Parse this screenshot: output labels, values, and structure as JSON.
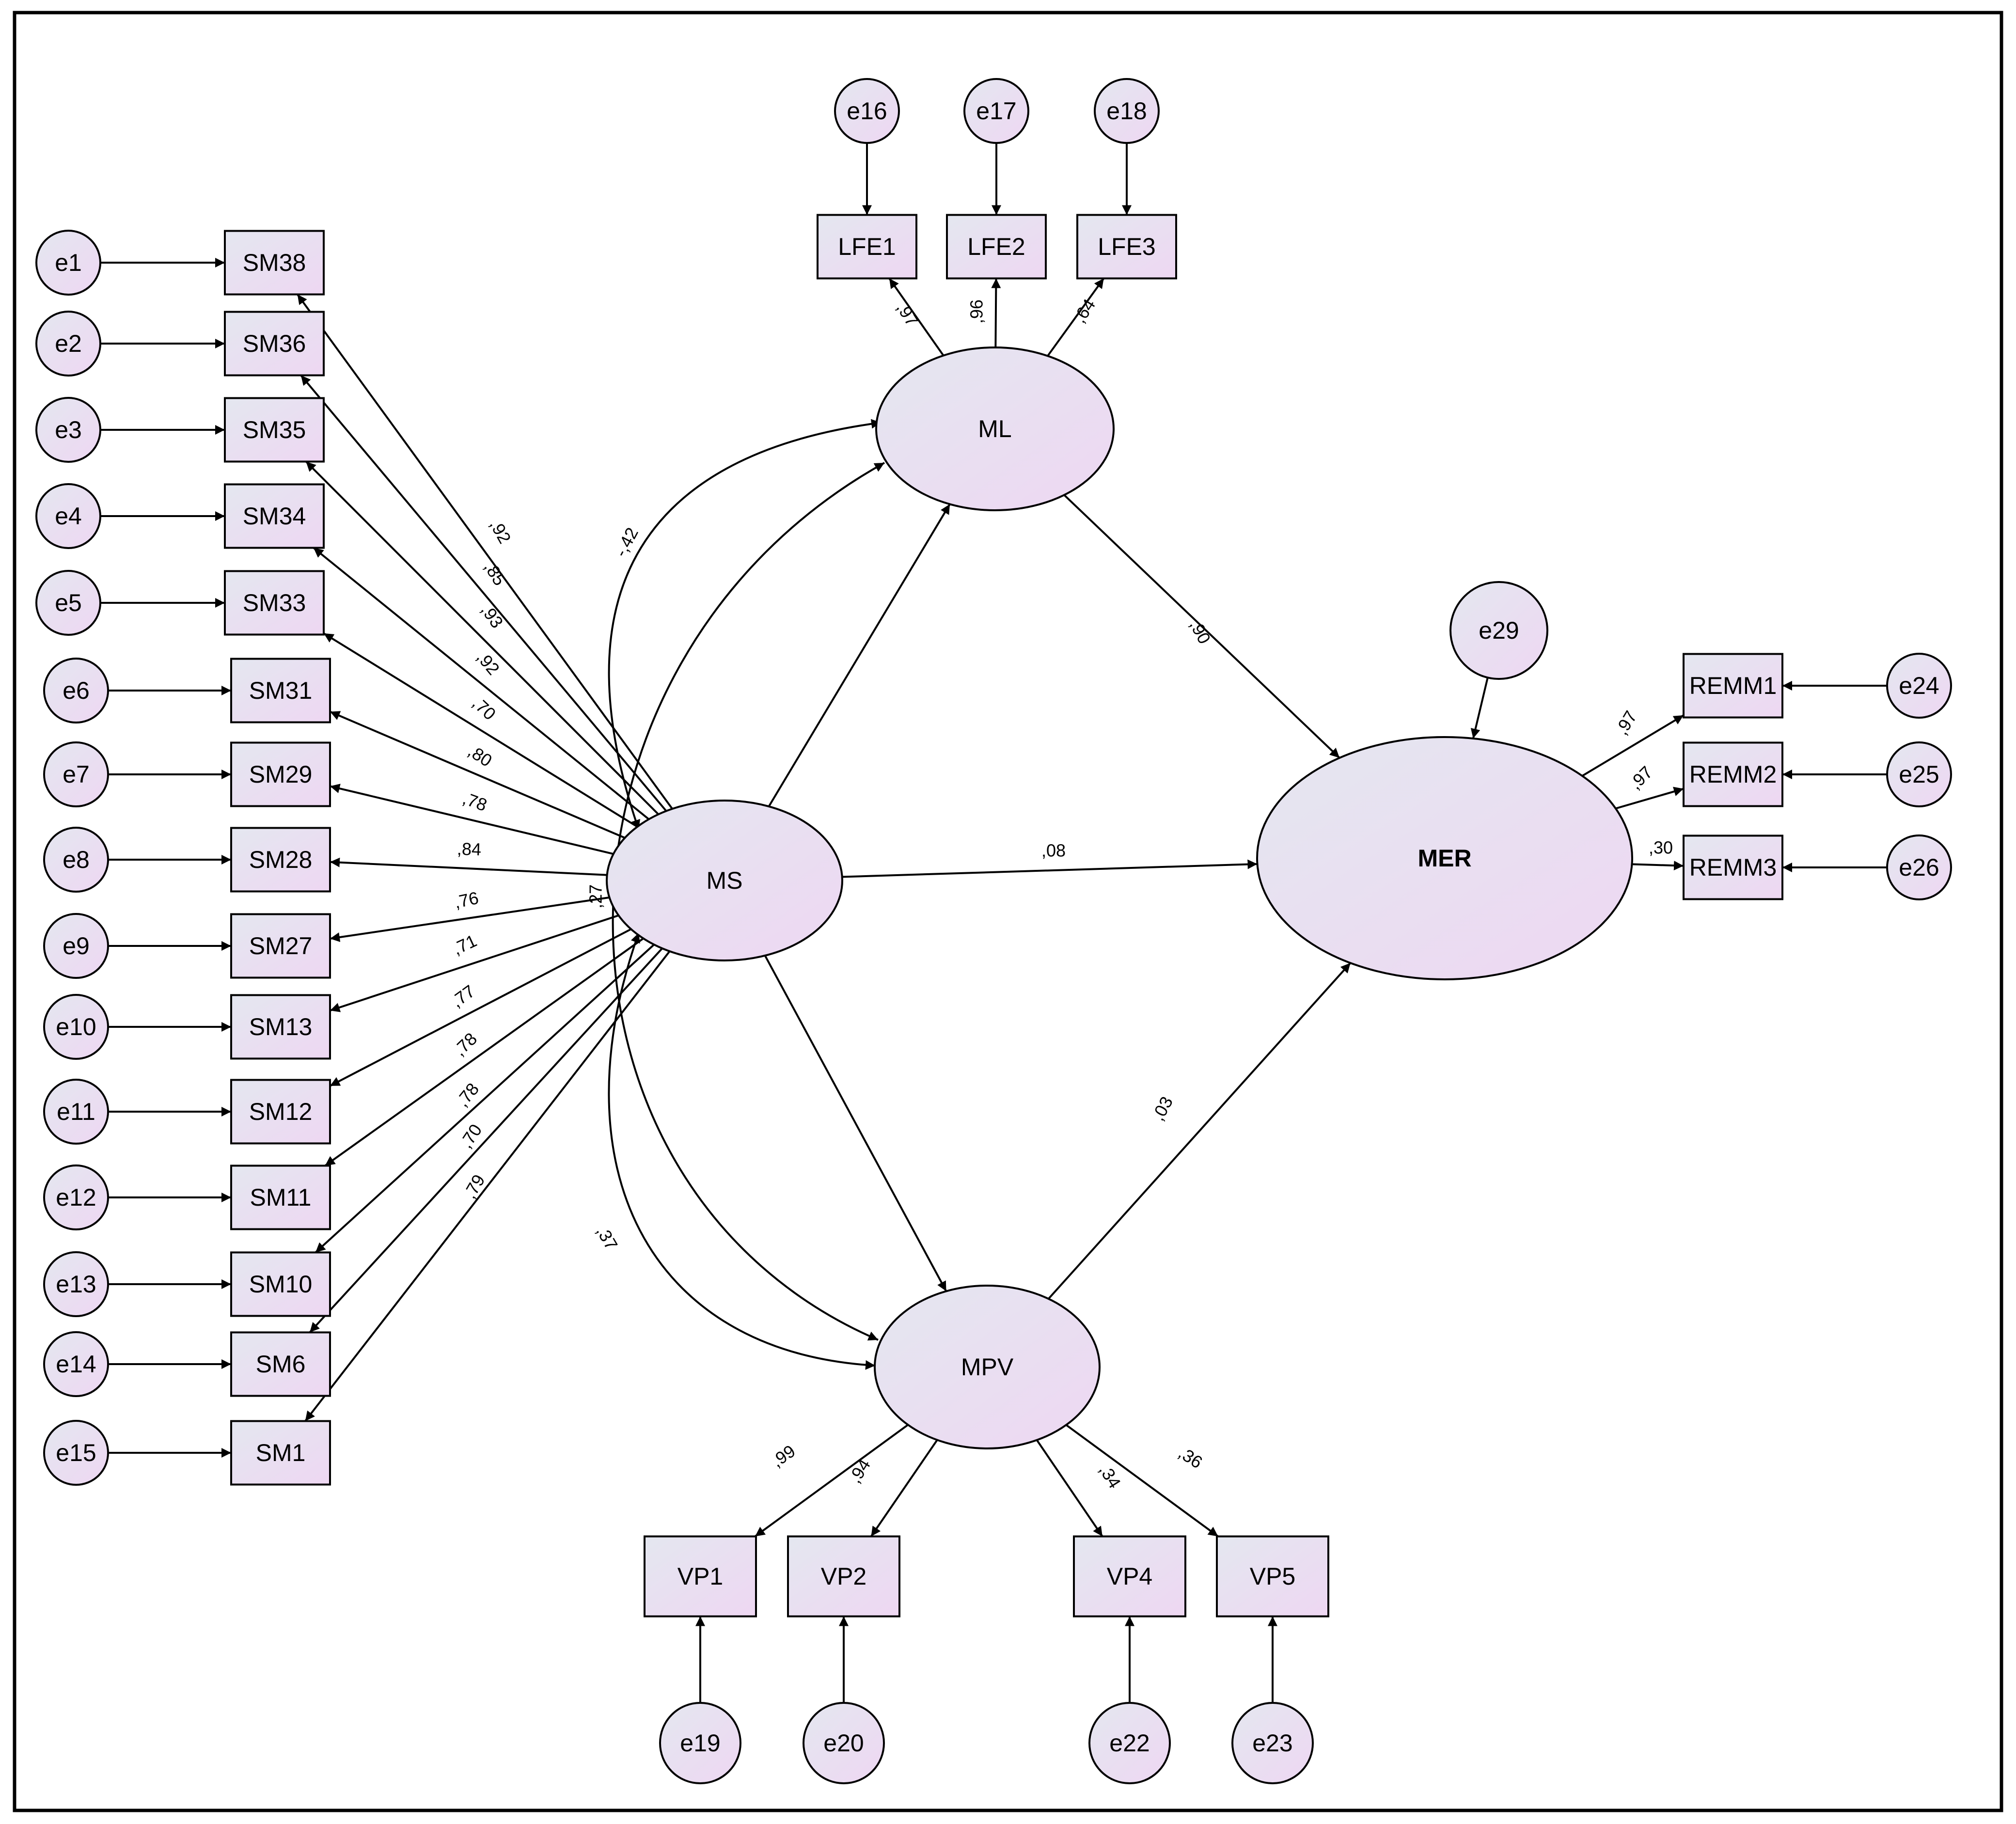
{
  "colors": {
    "node_fill_start": "#e4e7f0",
    "node_fill_end": "#eed7f2",
    "stroke": "#000000",
    "background": "#ffffff"
  },
  "nodes": {
    "MS": {
      "label": "MS",
      "kind": "latent",
      "bold": false
    },
    "ML": {
      "label": "ML",
      "kind": "latent",
      "bold": false
    },
    "MPV": {
      "label": "MPV",
      "kind": "latent",
      "bold": false
    },
    "MER": {
      "label": "MER",
      "kind": "latent",
      "bold": true
    },
    "SM38": {
      "label": "SM38",
      "kind": "observed"
    },
    "SM36": {
      "label": "SM36",
      "kind": "observed"
    },
    "SM35": {
      "label": "SM35",
      "kind": "observed"
    },
    "SM34": {
      "label": "SM34",
      "kind": "observed"
    },
    "SM33": {
      "label": "SM33",
      "kind": "observed"
    },
    "SM31": {
      "label": "SM31",
      "kind": "observed"
    },
    "SM29": {
      "label": "SM29",
      "kind": "observed"
    },
    "SM28": {
      "label": "SM28",
      "kind": "observed"
    },
    "SM27": {
      "label": "SM27",
      "kind": "observed"
    },
    "SM13": {
      "label": "SM13",
      "kind": "observed"
    },
    "SM12": {
      "label": "SM12",
      "kind": "observed"
    },
    "SM11": {
      "label": "SM11",
      "kind": "observed"
    },
    "SM10": {
      "label": "SM10",
      "kind": "observed"
    },
    "SM6": {
      "label": "SM6",
      "kind": "observed"
    },
    "SM1": {
      "label": "SM1",
      "kind": "observed"
    },
    "LFE1": {
      "label": "LFE1",
      "kind": "observed"
    },
    "LFE2": {
      "label": "LFE2",
      "kind": "observed"
    },
    "LFE3": {
      "label": "LFE3",
      "kind": "observed"
    },
    "VP1": {
      "label": "VP1",
      "kind": "observed"
    },
    "VP2": {
      "label": "VP2",
      "kind": "observed"
    },
    "VP4": {
      "label": "VP4",
      "kind": "observed"
    },
    "VP5": {
      "label": "VP5",
      "kind": "observed"
    },
    "REMM1": {
      "label": "REMM1",
      "kind": "observed"
    },
    "REMM2": {
      "label": "REMM2",
      "kind": "observed"
    },
    "REMM3": {
      "label": "REMM3",
      "kind": "observed"
    },
    "e1": {
      "label": "e1",
      "kind": "error"
    },
    "e2": {
      "label": "e2",
      "kind": "error"
    },
    "e3": {
      "label": "e3",
      "kind": "error"
    },
    "e4": {
      "label": "e4",
      "kind": "error"
    },
    "e5": {
      "label": "e5",
      "kind": "error"
    },
    "e6": {
      "label": "e6",
      "kind": "error"
    },
    "e7": {
      "label": "e7",
      "kind": "error"
    },
    "e8": {
      "label": "e8",
      "kind": "error"
    },
    "e9": {
      "label": "e9",
      "kind": "error"
    },
    "e10": {
      "label": "e10",
      "kind": "error"
    },
    "e11": {
      "label": "e11",
      "kind": "error"
    },
    "e12": {
      "label": "e12",
      "kind": "error"
    },
    "e13": {
      "label": "e13",
      "kind": "error"
    },
    "e14": {
      "label": "e14",
      "kind": "error"
    },
    "e15": {
      "label": "e15",
      "kind": "error"
    },
    "e16": {
      "label": "e16",
      "kind": "error"
    },
    "e17": {
      "label": "e17",
      "kind": "error"
    },
    "e18": {
      "label": "e18",
      "kind": "error"
    },
    "e19": {
      "label": "e19",
      "kind": "error"
    },
    "e20": {
      "label": "e20",
      "kind": "error"
    },
    "e22": {
      "label": "e22",
      "kind": "error"
    },
    "e23": {
      "label": "e23",
      "kind": "error"
    },
    "e24": {
      "label": "e24",
      "kind": "error"
    },
    "e25": {
      "label": "e25",
      "kind": "error"
    },
    "e26": {
      "label": "e26",
      "kind": "error"
    },
    "e29": {
      "label": "e29",
      "kind": "error"
    }
  },
  "edges": {
    "MS-SM38": {
      "from": "MS",
      "to": "SM38",
      "label": ",92"
    },
    "MS-SM36": {
      "from": "MS",
      "to": "SM36",
      "label": ",85"
    },
    "MS-SM35": {
      "from": "MS",
      "to": "SM35",
      "label": ",93"
    },
    "MS-SM34": {
      "from": "MS",
      "to": "SM34",
      "label": ",92"
    },
    "MS-SM33": {
      "from": "MS",
      "to": "SM33",
      "label": ",70"
    },
    "MS-SM31": {
      "from": "MS",
      "to": "SM31",
      "label": ",80"
    },
    "MS-SM29": {
      "from": "MS",
      "to": "SM29",
      "label": ",78"
    },
    "MS-SM28": {
      "from": "MS",
      "to": "SM28",
      "label": ",84"
    },
    "MS-SM27": {
      "from": "MS",
      "to": "SM27",
      "label": ",76"
    },
    "MS-SM13": {
      "from": "MS",
      "to": "SM13",
      "label": ",71"
    },
    "MS-SM12": {
      "from": "MS",
      "to": "SM12",
      "label": ",77"
    },
    "MS-SM11": {
      "from": "MS",
      "to": "SM11",
      "label": ",78"
    },
    "MS-SM10": {
      "from": "MS",
      "to": "SM10",
      "label": ",78"
    },
    "MS-SM6": {
      "from": "MS",
      "to": "SM6",
      "label": ",70"
    },
    "MS-SM1": {
      "from": "MS",
      "to": "SM1",
      "label": ",79"
    },
    "ML-LFE1": {
      "from": "ML",
      "to": "LFE1",
      "label": ",97"
    },
    "ML-LFE2": {
      "from": "ML",
      "to": "LFE2",
      "label": ",96"
    },
    "ML-LFE3": {
      "from": "ML",
      "to": "LFE3",
      "label": ",64"
    },
    "MPV-VP1": {
      "from": "MPV",
      "to": "VP1",
      "label": ",99"
    },
    "MPV-VP2": {
      "from": "MPV",
      "to": "VP2",
      "label": ",94"
    },
    "MPV-VP4": {
      "from": "MPV",
      "to": "VP4",
      "label": ",34"
    },
    "MPV-VP5": {
      "from": "MPV",
      "to": "VP5",
      "label": ",36"
    },
    "MER-REMM1": {
      "from": "MER",
      "to": "REMM1",
      "label": ",97"
    },
    "MER-REMM2": {
      "from": "MER",
      "to": "REMM2",
      "label": ",97"
    },
    "MER-REMM3": {
      "from": "MER",
      "to": "REMM3",
      "label": ",30"
    },
    "ML-MER": {
      "from": "ML",
      "to": "MER",
      "label": ",90"
    },
    "MS-MER": {
      "from": "MS",
      "to": "MER",
      "label": ",08"
    },
    "MPV-MER": {
      "from": "MPV",
      "to": "MER",
      "label": ",03"
    },
    "MS-ML": {
      "from": "MS",
      "to": "ML",
      "label": ""
    },
    "MS-MPV": {
      "from": "MS",
      "to": "MPV",
      "label": ""
    },
    "cov-MS-ML": {
      "from": "MS",
      "to": "ML",
      "label": "-,42"
    },
    "cov-MS-MPV": {
      "from": "MS",
      "to": "MPV",
      "label": ",37"
    },
    "cov-ML-MPV": {
      "from": "ML",
      "to": "MPV",
      "label": ",27"
    }
  }
}
